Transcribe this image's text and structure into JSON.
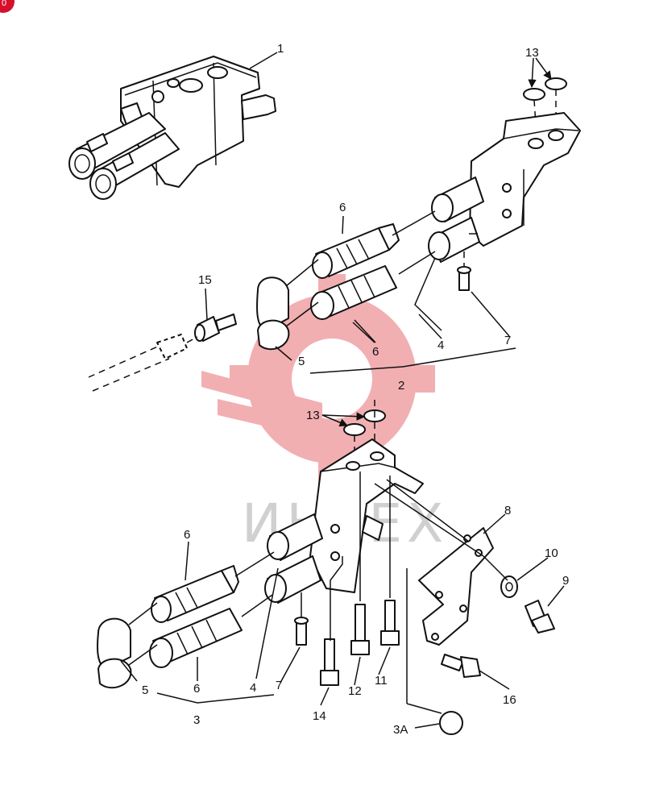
{
  "corner_badge": "0",
  "watermark": {
    "text": "ИНТЕХ"
  },
  "callouts": {
    "c1": "1",
    "c2": "2",
    "c3": "3",
    "c3a": "3A",
    "c4_top": "4",
    "c4_bottom": "4",
    "c5_top": "5",
    "c5_bottom": "5",
    "c6_top_a": "6",
    "c6_top_b": "6",
    "c6_bottom_a": "6",
    "c6_bottom_b": "6",
    "c7_top": "7",
    "c7_bottom": "7",
    "c8": "8",
    "c9": "9",
    "c10": "10",
    "c11": "11",
    "c12": "12",
    "c13_top": "13",
    "c13_bottom": "13",
    "c14": "14",
    "c15": "15",
    "c16": "16"
  }
}
